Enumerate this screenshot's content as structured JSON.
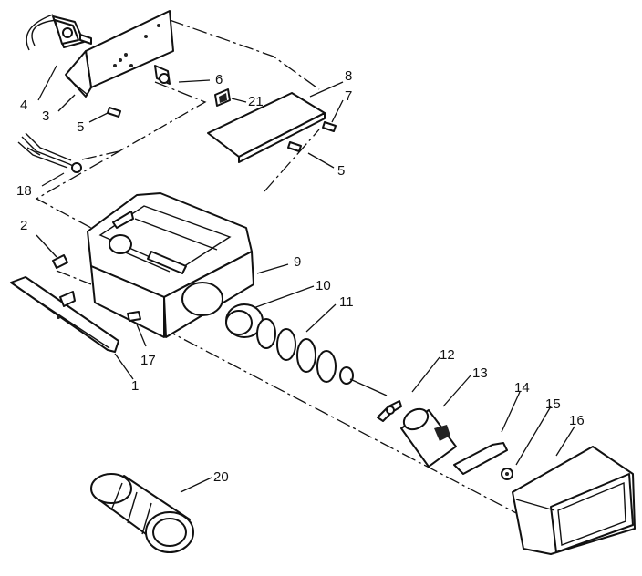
{
  "diagram": {
    "callouts": [
      {
        "id": "c4",
        "label": "4"
      },
      {
        "id": "c3",
        "label": "3"
      },
      {
        "id": "c5a",
        "label": "5"
      },
      {
        "id": "c6",
        "label": "6"
      },
      {
        "id": "c21",
        "label": "21"
      },
      {
        "id": "c8",
        "label": "8"
      },
      {
        "id": "c7",
        "label": "7"
      },
      {
        "id": "c5b",
        "label": "5"
      },
      {
        "id": "c18",
        "label": "18"
      },
      {
        "id": "c2",
        "label": "2"
      },
      {
        "id": "c9",
        "label": "9"
      },
      {
        "id": "c10",
        "label": "10"
      },
      {
        "id": "c11",
        "label": "11"
      },
      {
        "id": "c17",
        "label": "17"
      },
      {
        "id": "c1",
        "label": "1"
      },
      {
        "id": "c12",
        "label": "12"
      },
      {
        "id": "c13",
        "label": "13"
      },
      {
        "id": "c14",
        "label": "14"
      },
      {
        "id": "c15",
        "label": "15"
      },
      {
        "id": "c16",
        "label": "16"
      },
      {
        "id": "c20",
        "label": "20"
      }
    ]
  }
}
